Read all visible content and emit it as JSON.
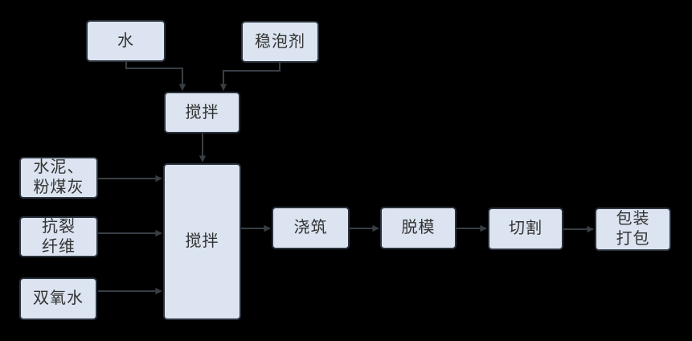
{
  "colors": {
    "background": "#000000",
    "node_fill": "#dbe4f0",
    "node_border": "#2a323c",
    "connector": "#383e44",
    "text": "#333333"
  },
  "nodes": {
    "water": {
      "label": "水"
    },
    "foam_stabilizer": {
      "label": "稳泡剂"
    },
    "premix": {
      "label": "搅拌"
    },
    "main_mix": {
      "label": "搅拌"
    },
    "cement_flyash": {
      "label": "水泥、\n粉煤灰"
    },
    "anticrack_fiber": {
      "label": "抗裂\n纤维"
    },
    "hydrogen_peroxide": {
      "label": "双氧水"
    },
    "pouring": {
      "label": "浇筑"
    },
    "demolding": {
      "label": "脱模"
    },
    "cutting": {
      "label": "切割"
    },
    "packing": {
      "label": "包装\n打包"
    }
  },
  "connections": [
    {
      "from": "water",
      "to": "premix"
    },
    {
      "from": "foam_stabilizer",
      "to": "premix"
    },
    {
      "from": "premix",
      "to": "main_mix"
    },
    {
      "from": "cement_flyash",
      "to": "main_mix"
    },
    {
      "from": "anticrack_fiber",
      "to": "main_mix"
    },
    {
      "from": "hydrogen_peroxide",
      "to": "main_mix"
    },
    {
      "from": "main_mix",
      "to": "pouring"
    },
    {
      "from": "pouring",
      "to": "demolding"
    },
    {
      "from": "demolding",
      "to": "cutting"
    },
    {
      "from": "cutting",
      "to": "packing"
    }
  ]
}
